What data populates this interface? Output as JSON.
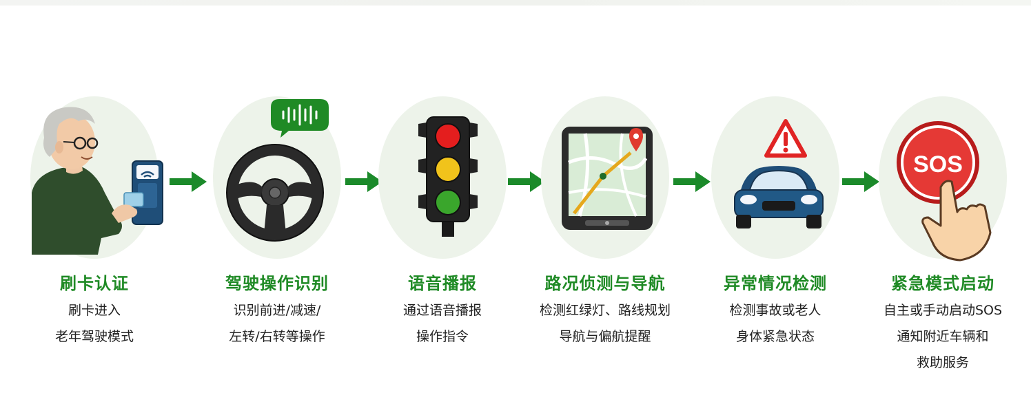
{
  "steps": [
    {
      "title": "刷卡认证",
      "desc": [
        "刷卡进入",
        "老年驾驶模式"
      ],
      "icon": "elderly-card-swipe-icon"
    },
    {
      "title": "驾驶操作识别",
      "desc": [
        "识别前进/减速/",
        "左转/右转等操作"
      ],
      "icon": "steering-wheel-voice-icon"
    },
    {
      "title": "语音播报",
      "desc": [
        "通过语音播报",
        "操作指令"
      ],
      "icon": "traffic-light-icon"
    },
    {
      "title": "路况侦测与导航",
      "desc": [
        "检测红绿灯、路线规划",
        "导航与偏航提醒"
      ],
      "icon": "map-navigation-icon"
    },
    {
      "title": "异常情况检测",
      "desc": [
        "检测事故或老人",
        "身体紧急状态"
      ],
      "icon": "car-warning-icon"
    },
    {
      "title": "紧急模式启动",
      "desc": [
        "自主或手动启动SOS",
        "通知附近车辆和",
        "救助服务"
      ],
      "icon": "sos-button-icon"
    }
  ],
  "sos_label": "SOS",
  "colors": {
    "accent": "#1f8a25",
    "circle": "#edf3ea",
    "arrow": "#1b8a2a"
  }
}
